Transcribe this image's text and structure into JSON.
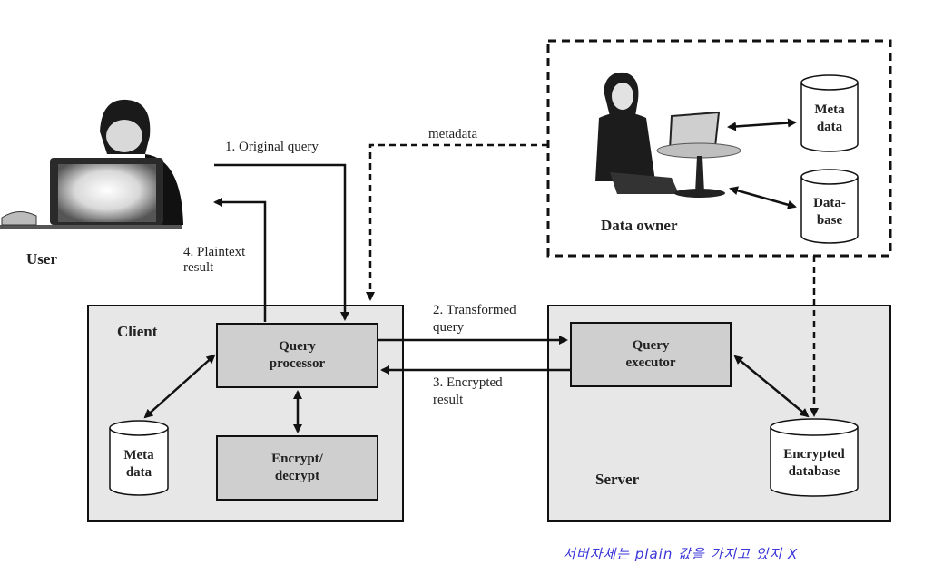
{
  "labels": {
    "user": "User",
    "original_query": "1. Original query",
    "plaintext_result": "4. Plaintext\nresult",
    "metadata": "metadata",
    "data_owner": "Data owner",
    "client": "Client",
    "query_processor": "Query\nprocessor",
    "encrypt_decrypt": "Encrypt/\ndecrypt",
    "client_meta_data": "Meta\ndata",
    "transformed_query": "2. Transformed\nquery",
    "encrypted_result": "3. Encrypted\nresult",
    "query_executor": "Query\nexecutor",
    "server": "Server",
    "encrypted_database": "Encrypted\ndatabase",
    "owner_meta_data": "Meta\ndata",
    "owner_database": "Data-\nbase",
    "handwritten_note": "서버자체는  plain 값을 가지고 있지 X"
  },
  "colors": {
    "box_fill": "#e7e7e7",
    "inner_box_fill": "#cfcfcf",
    "stroke": "#111111",
    "handwriting": "#3a35d8"
  }
}
